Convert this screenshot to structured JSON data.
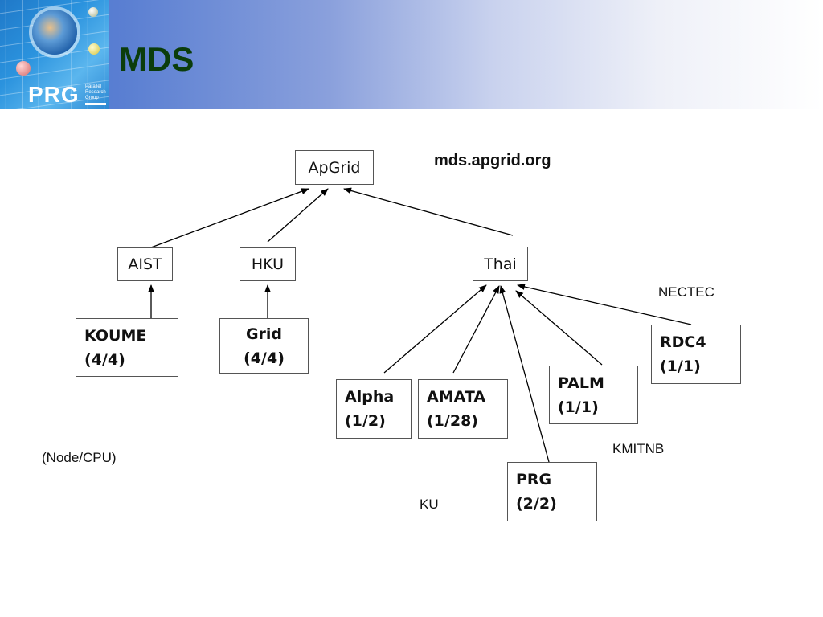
{
  "header": {
    "logo": {
      "main_text": "PRG",
      "sub_lines": [
        "Parallel",
        "Research",
        "Group"
      ]
    },
    "title": "MDS",
    "accent_color": "#4a72cf",
    "title_color": "#0b3d0b"
  },
  "diagram": {
    "server_url": "mds.apgrid.org",
    "legend_note": "(Node/CPU)",
    "nodes": {
      "apgrid": {
        "name": "ApGrid"
      },
      "aist": {
        "name": "AIST"
      },
      "hku": {
        "name": "HKU"
      },
      "thai": {
        "name": "Thai"
      },
      "koume": {
        "name": "KOUME",
        "count": "(4/4)"
      },
      "grid": {
        "name": "Grid",
        "count": "(4/4)"
      },
      "alpha": {
        "name": "Alpha",
        "count": "(1/2)"
      },
      "amata": {
        "name": "AMATA",
        "count": "(1/28)"
      },
      "prg": {
        "name": "PRG",
        "count": "(2/2)"
      },
      "palm": {
        "name": "PALM",
        "count": "(1/1)"
      },
      "rdc4": {
        "name": "RDC4",
        "count": "(1/1)"
      }
    },
    "site_labels": {
      "nectec": "NECTEC",
      "kmitnb": "KMITNB",
      "ku": "KU"
    },
    "edges": [
      {
        "from": "aist",
        "to": "apgrid"
      },
      {
        "from": "hku",
        "to": "apgrid"
      },
      {
        "from": "thai",
        "to": "apgrid"
      },
      {
        "from": "koume",
        "to": "aist"
      },
      {
        "from": "grid",
        "to": "hku"
      },
      {
        "from": "alpha",
        "to": "thai"
      },
      {
        "from": "amata",
        "to": "thai"
      },
      {
        "from": "prg",
        "to": "thai"
      },
      {
        "from": "palm",
        "to": "thai"
      },
      {
        "from": "rdc4",
        "to": "thai"
      }
    ]
  }
}
